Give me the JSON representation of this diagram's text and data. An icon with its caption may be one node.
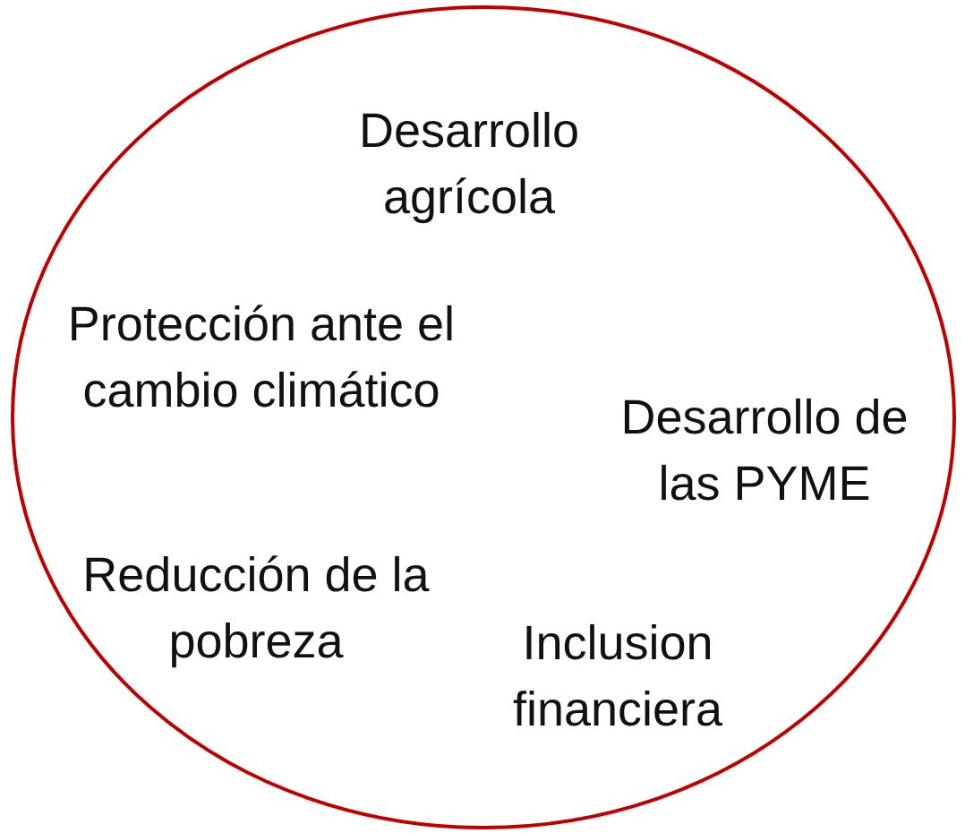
{
  "diagram": {
    "nodes": [
      {
        "text": [
          "Desarrollo agrícola",
          "Protección ante el cambio climático",
          "Desarrollo de las PYME",
          "Reducción de la pobreza",
          "Inclusion financiera"
        ]
      }
    ]
  }
}
